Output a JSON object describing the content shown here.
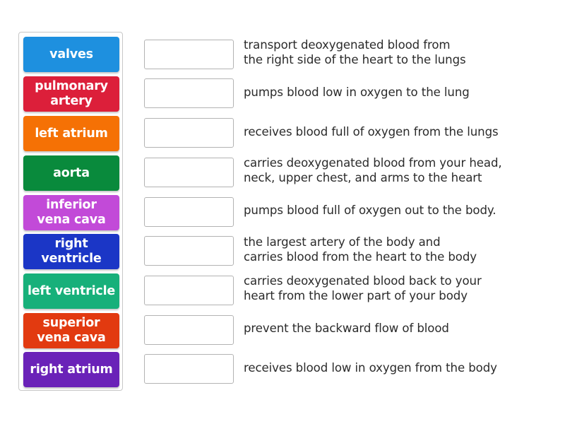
{
  "tiles": [
    {
      "label": "valves",
      "color": "#1e90df"
    },
    {
      "label": "pulmonary\nartery",
      "color": "#dc1f3a"
    },
    {
      "label": "left atrium",
      "color": "#f57105"
    },
    {
      "label": "aorta",
      "color": "#098a3c"
    },
    {
      "label": "inferior\nvena cava",
      "color": "#c24ad8"
    },
    {
      "label": "right\nventricle",
      "color": "#1b36c6"
    },
    {
      "label": "left ventricle",
      "color": "#17b07a"
    },
    {
      "label": "superior\nvena cava",
      "color": "#e23a10"
    },
    {
      "label": "right atrium",
      "color": "#6a22b8"
    }
  ],
  "targets": [
    {
      "description": "transport deoxygenated blood from\nthe right side of the heart to the lungs",
      "answer": ""
    },
    {
      "description": "pumps blood low in oxygen to the lung",
      "answer": ""
    },
    {
      "description": "receives blood full of oxygen from the lungs",
      "answer": ""
    },
    {
      "description": "carries deoxygenated blood from your head,\nneck, upper chest, and arms to the heart",
      "answer": ""
    },
    {
      "description": "pumps blood full of oxygen out to the body.",
      "answer": ""
    },
    {
      "description": "the largest artery of the body and\ncarries blood from the heart to the body",
      "answer": ""
    },
    {
      "description": "carries deoxygenated blood back to your\nheart from the lower part of your body",
      "answer": ""
    },
    {
      "description": "prevent the backward flow of blood",
      "answer": ""
    },
    {
      "description": "receives blood low in oxygen from the body",
      "answer": ""
    }
  ]
}
